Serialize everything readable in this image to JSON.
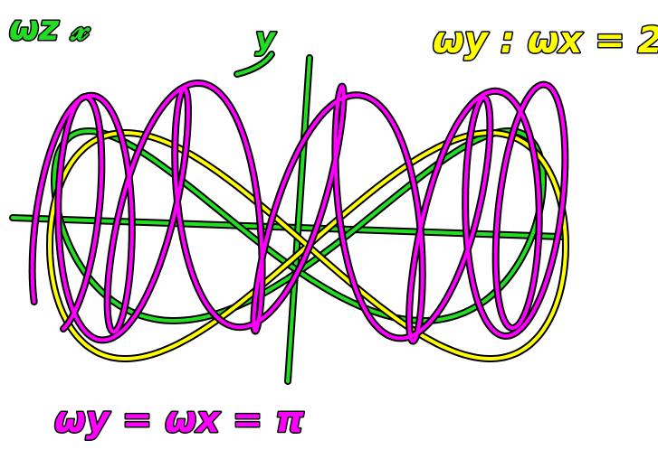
{
  "colors": {
    "background": "#ffffff",
    "green": "#22dd22",
    "yellow": "#ffff00",
    "magenta": "#ff00ff",
    "outline": "#000000"
  },
  "annotations": {
    "top_left": "ωz 𝓍",
    "top_right": "ωy : ωx = 2",
    "axis_y": "y",
    "bottom": "ωy = ωx = π"
  }
}
